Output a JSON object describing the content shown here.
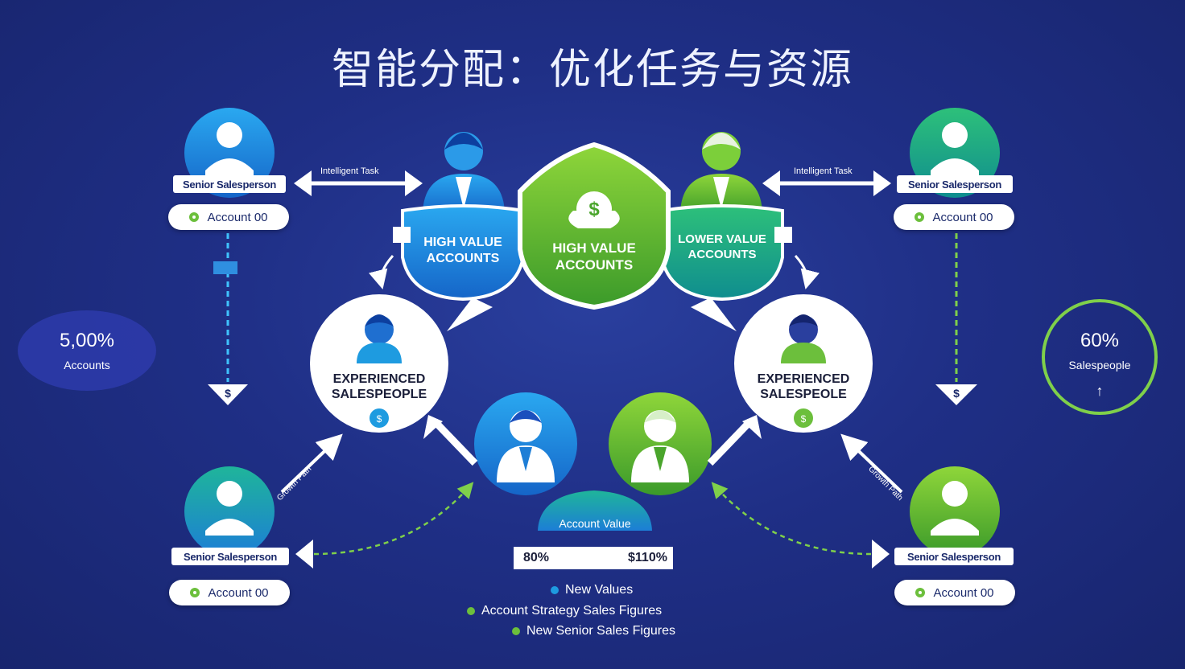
{
  "title": "智能分配：优化任务与资源",
  "nodes": {
    "top_left": {
      "label": "Senior Salesperson",
      "account": "Account 00"
    },
    "top_right": {
      "label": "Senior Salesperson",
      "account": "Account 00"
    },
    "bottom_left": {
      "label": "Senior Salesperson",
      "account": "Account 00"
    },
    "bottom_right": {
      "label": "Senior Salesperson",
      "account": "Account 00"
    }
  },
  "arrows": {
    "top_left": "Intelligent Task",
    "top_right": "Intelligent Task",
    "bottom_left": "Growth Path",
    "bottom_right": "Growth Path"
  },
  "center": {
    "left_shield": "HIGH VALUE ACCOUNTS",
    "middle_shield": "HIGH VALUE ACCOUNTS",
    "right_shield": "LOWER VALUE ACCOUNTS",
    "left_experienced": "EXPERIENCED SALESPEOPLE",
    "right_experienced": "EXPERIENCED SALESPEOLE"
  },
  "stats": {
    "left": {
      "value": "5,00%",
      "label": "Accounts"
    },
    "right": {
      "value": "60%",
      "label": "Salespeople"
    }
  },
  "account_value": {
    "badge": "Account Value",
    "left": "80%",
    "right": "$110%"
  },
  "legend": [
    {
      "text": "New Values",
      "color": "#1e9be0"
    },
    {
      "text": "Account Strategy Sales Figures",
      "color": "#6cbf3c"
    },
    {
      "text": "New Senior Sales Figures",
      "color": "#6cbf3c"
    }
  ],
  "icons": {
    "dollar": "$",
    "up_arrow": "↑"
  },
  "colors": {
    "blue": "#1e8fe0",
    "green": "#6cbf3c",
    "teal": "#20b08a",
    "background": "#1f2f86"
  }
}
